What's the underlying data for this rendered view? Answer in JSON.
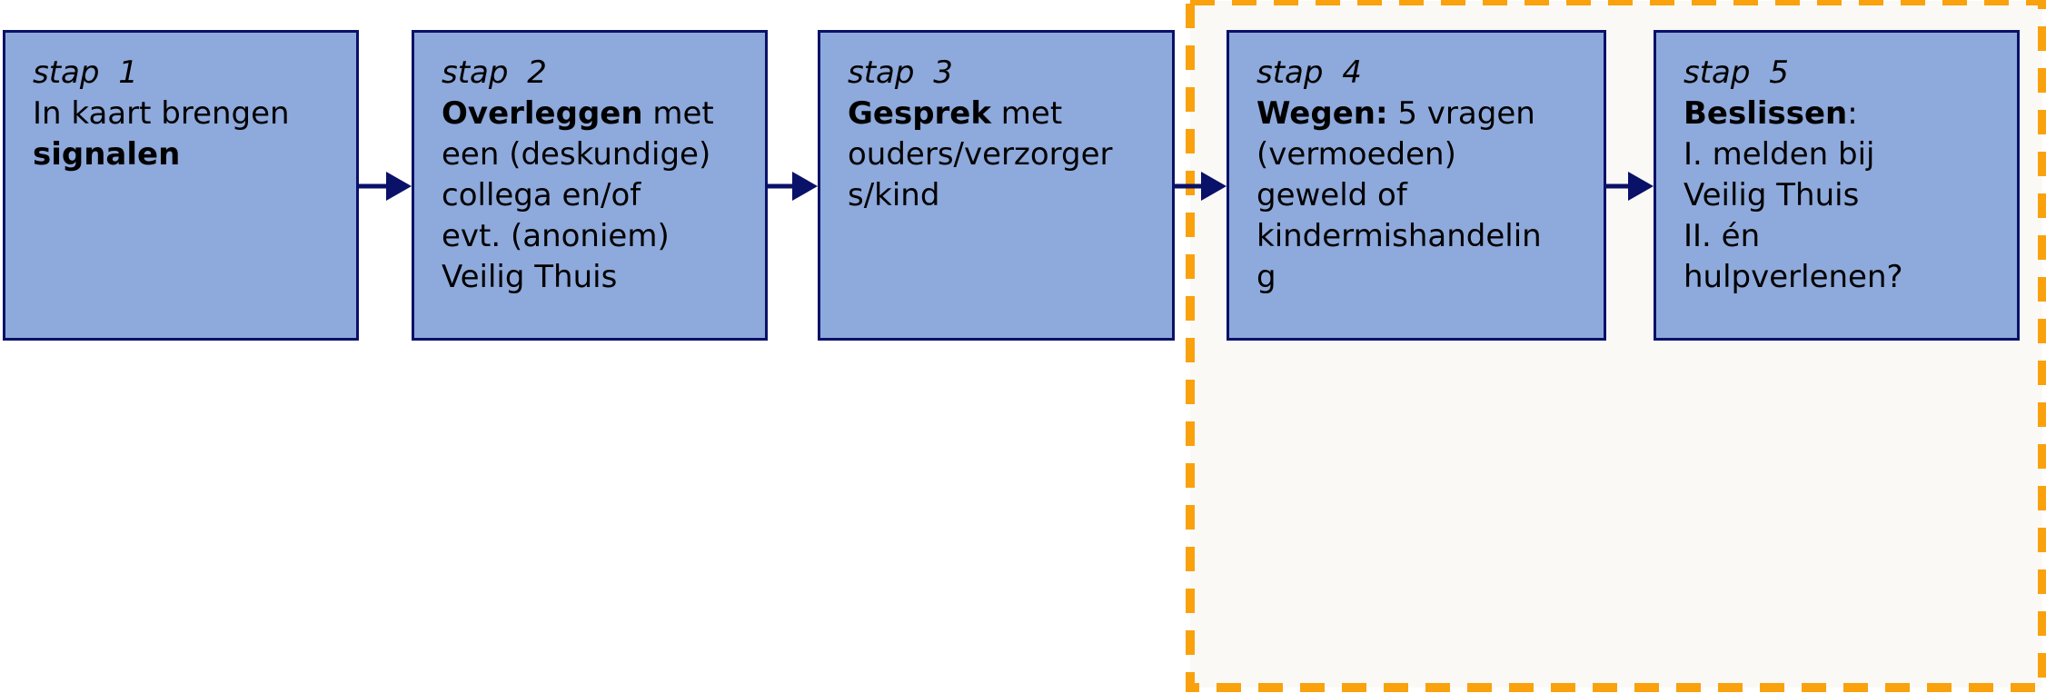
{
  "colors": {
    "page_background": "#ffffff",
    "box_fill": "#8ea9db",
    "box_border": "#0a1168",
    "arrow": "#0a1168",
    "text": "#000000",
    "highlight_border": "#f9a20e",
    "highlight_fill": "#fbf9f6"
  },
  "steps": [
    {
      "title": "stap 1",
      "lines": [
        [
          {
            "text": "In kaart brengen",
            "bold": false
          }
        ],
        [
          {
            "text": "signalen",
            "bold": true
          }
        ]
      ]
    },
    {
      "title": "stap 2",
      "lines": [
        [
          {
            "text": "Overleggen",
            "bold": true
          },
          {
            "text": " met",
            "bold": false
          }
        ],
        [
          {
            "text": "een (deskundige)",
            "bold": false
          }
        ],
        [
          {
            "text": "collega en/of",
            "bold": false
          }
        ],
        [
          {
            "text": "evt. (anoniem)",
            "bold": false
          }
        ],
        [
          {
            "text": "Veilig Thuis",
            "bold": false
          }
        ]
      ]
    },
    {
      "title": "stap 3",
      "lines": [
        [
          {
            "text": "Gesprek",
            "bold": true
          },
          {
            "text": " met",
            "bold": false
          }
        ],
        [
          {
            "text": "ouders/verzorger",
            "bold": false
          }
        ],
        [
          {
            "text": "s/kind",
            "bold": false
          }
        ]
      ]
    },
    {
      "title": "stap 4",
      "lines": [
        [
          {
            "text": "Wegen:",
            "bold": true
          },
          {
            "text": " 5 vragen",
            "bold": false
          }
        ],
        [
          {
            "text": "(vermoeden)",
            "bold": false
          }
        ],
        [
          {
            "text": "geweld of",
            "bold": false
          }
        ],
        [
          {
            "text": "kindermishandelin",
            "bold": false
          }
        ],
        [
          {
            "text": "g",
            "bold": false
          }
        ]
      ]
    },
    {
      "title": "stap 5",
      "lines": [
        [
          {
            "text": "Beslissen",
            "bold": true
          },
          {
            "text": ":",
            "bold": false
          }
        ],
        [
          {
            "text": "I. melden bij",
            "bold": false
          }
        ],
        [
          {
            "text": "Veilig Thuis",
            "bold": false
          }
        ],
        [
          {
            "text": "II. én",
            "bold": false
          }
        ],
        [
          {
            "text": "hulpverlenen?",
            "bold": false
          }
        ]
      ]
    }
  ]
}
